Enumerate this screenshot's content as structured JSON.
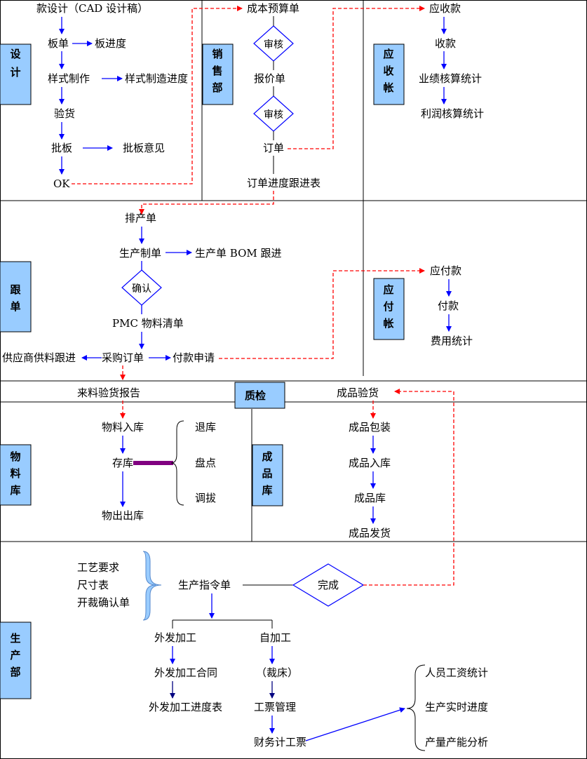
{
  "lanes": {
    "design": "设计",
    "sales": "销售部",
    "receivable": "应收帐",
    "follow": "跟单",
    "payable": "应付帐",
    "qc": "质检",
    "material": "物料库",
    "finished": "成品库",
    "production": "生产部"
  },
  "design": {
    "cad": "款设计（CAD 设计稿）",
    "sample": "板单",
    "sample_progress": "板进度",
    "style_make": "样式制作",
    "style_progress": "样式制造进度",
    "inspect": "验货",
    "approve": "批板",
    "approve_opinion": "批板意见",
    "ok": "OK"
  },
  "sales": {
    "budget": "成本预算单",
    "review1": "审核",
    "quote": "报价单",
    "review2": "审核",
    "order": "订单",
    "order_track": "订单进度跟进表"
  },
  "receivable": {
    "ar": "应收款",
    "collect": "收款",
    "perf": "业绩核算统计",
    "profit": "利润核算统计"
  },
  "follow": {
    "schedule": "排产单",
    "prod_bill": "生产制单",
    "bom": "生产单 BOM 跟进",
    "confirm": "确认",
    "pmc": "PMC 物料清单",
    "supplier": "供应商供料跟进",
    "purchase": "采购订单",
    "pay_req": "付款申请"
  },
  "payable": {
    "ap": "应付款",
    "pay": "付款",
    "expense": "费用统计"
  },
  "qc": {
    "incoming": "来料验货报告",
    "finished_check": "成品验货"
  },
  "material": {
    "in": "物料入库",
    "stock": "存库",
    "out": "物出出库",
    "return": "退库",
    "count": "盘点",
    "transfer": "调拔"
  },
  "finished": {
    "pack": "成品包装",
    "in": "成品入库",
    "store": "成品库",
    "ship": "成品发货"
  },
  "production": {
    "craft": "工艺要求",
    "size": "尺寸表",
    "cut_confirm": "开裁确认单",
    "order": "生产指令单",
    "done": "完成",
    "outsource": "外发加工",
    "self": "自加工",
    "contract": "外发加工合同",
    "cutting": "（裁床）",
    "out_progress": "外发加工进度表",
    "ticket_mgmt": "工票管理",
    "fin_ticket": "财务计工票",
    "wage": "人员工资统计",
    "realtime": "生产实时进度",
    "capacity": "产量产能分析"
  }
}
